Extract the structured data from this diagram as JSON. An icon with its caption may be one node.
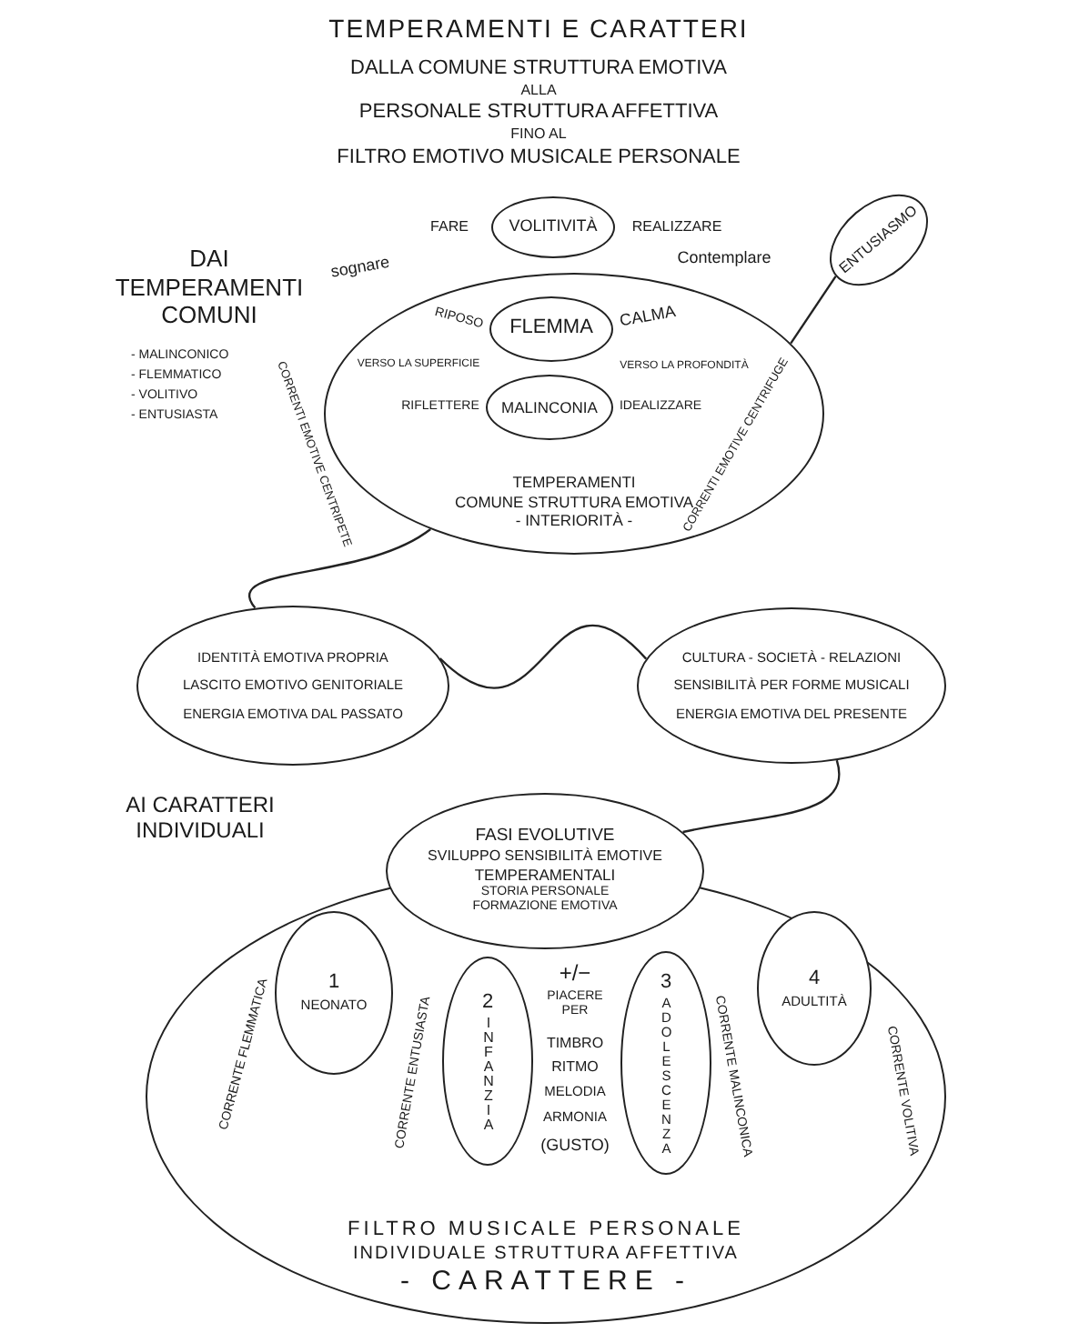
{
  "diagram": {
    "title": "TEMPERAMENTI E CARATTERI",
    "nodes": [
      {
        "text": [
          "TEMPERAMENTI",
          "COMUNE STRUTTURA EMOTIVA",
          "- INTERIORITÀ -"
        ]
      },
      {
        "text": [
          "VOLITIVITÀ"
        ]
      },
      {
        "text": [
          "FLEMMA"
        ],
        "in": 0
      },
      {
        "text": [
          "MALINCONIA"
        ],
        "in": 0
      },
      {
        "text": [
          "ENTUSIASMO"
        ]
      },
      {
        "text": [
          "IDENTITÀ EMOTIVA PROPRIA",
          "LASCITO EMOTIVO GENITORIALE",
          "ENERGIA EMOTIVA DAL PASSATO"
        ]
      },
      {
        "text": [
          "CULTURA - SOCIETÀ - RELAZIONI",
          "SENSIBILITÀ PER FORME MUSICALI",
          "ENERGIA EMOTIVA DEL PRESENTE"
        ]
      },
      {
        "text": [
          "FILTRO MUSICALE PERSONALE",
          "INDIVIDUALE STRUTTURA AFFETTIVA",
          "- CARATTERE -"
        ]
      },
      {
        "text": [
          "FASI EVOLUTIVE",
          "SVILUPPO SENSIBILITÀ EMOTIVE",
          "TEMPERAMENTALI",
          "STORIA PERSONALE",
          "FORMAZIONE EMOTIVA"
        ]
      },
      {
        "text": [
          "1",
          "NEONATO"
        ],
        "in": 7
      },
      {
        "text": [
          "2",
          "INFANZIA"
        ],
        "in": 7
      },
      {
        "text": [
          "3",
          "ADOLESCENZA"
        ],
        "in": 7
      },
      {
        "text": [
          "4",
          "ADULTITÀ"
        ],
        "in": 7
      }
    ],
    "edges": [
      {
        "from": 4,
        "to": 0,
        "arrow": "none"
      },
      {
        "from": 0,
        "to": 5,
        "arrow": "none"
      },
      {
        "from": 5,
        "to": 6,
        "arrow": "none"
      },
      {
        "from": 6,
        "to": 8,
        "arrow": "none"
      }
    ],
    "labels": [
      "DALLA COMUNE STRUTTURA EMOTIVA",
      "ALLA",
      "PERSONALE STRUTTURA AFFETTIVA",
      "FINO AL",
      "FILTRO EMOTIVO MUSICALE PERSONALE",
      "DAI TEMPERAMENTI COMUNI",
      "- MALINCONICO",
      "- FLEMMATICO",
      "- VOLITIVO",
      "- ENTUSIASTA",
      "FARE",
      "REALIZZARE",
      "sognare",
      "Contemplare",
      "RIPOSO",
      "CALMA",
      "VERSO LA SUPERFICIE",
      "VERSO LA PROFONDITÀ",
      "RIFLETTERE",
      "IDEALIZZARE",
      "CORRENTI EMOTIVE CENTRIPETE",
      "CORRENTI EMOTIVE CENTRIFUGE",
      "AI CARATTERI INDIVIDUALI",
      "CORRENTE FLEMMATICA",
      "CORRENTE ENTUSIASTA",
      "CORRENTE MALINCONICA",
      "CORRENTE VOLITIVA",
      "+/−",
      "PIACERE PER",
      "TIMBRO",
      "RITMO",
      "MELODIA",
      "ARMONIA",
      "(GUSTO)"
    ]
  }
}
